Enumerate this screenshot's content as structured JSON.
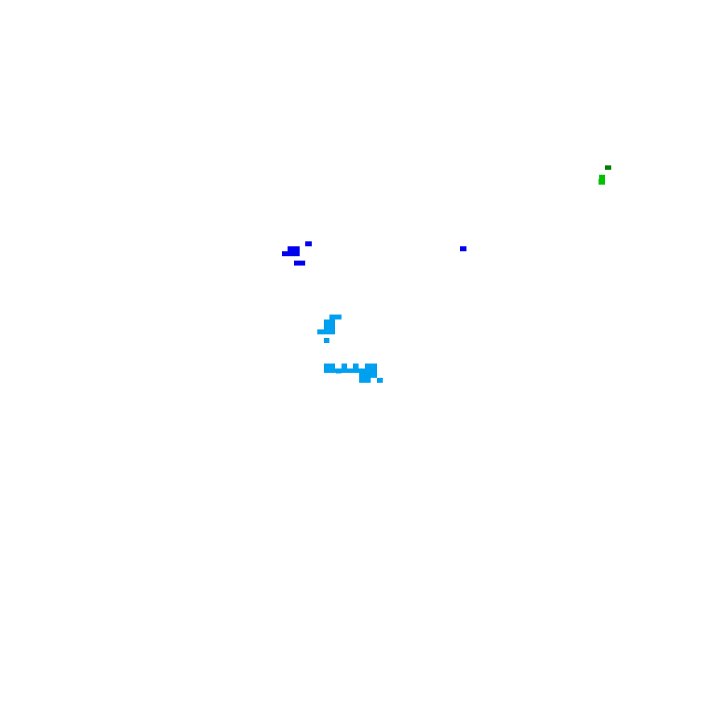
{
  "colors": {
    "background": "#ffffff",
    "dark_green": "#008000",
    "green": "#00c000",
    "blue": "#0000f0",
    "light_blue": "#00a0f0"
  },
  "clusters": [
    {
      "name": "cluster-dark-green",
      "color": "dark_green"
    },
    {
      "name": "cluster-green",
      "color": "green"
    },
    {
      "name": "cluster-blue-left",
      "color": "blue"
    },
    {
      "name": "cluster-blue-right",
      "color": "blue"
    },
    {
      "name": "cluster-light-blue-upper",
      "color": "light_blue"
    },
    {
      "name": "cluster-light-blue-lower",
      "color": "light_blue"
    }
  ]
}
